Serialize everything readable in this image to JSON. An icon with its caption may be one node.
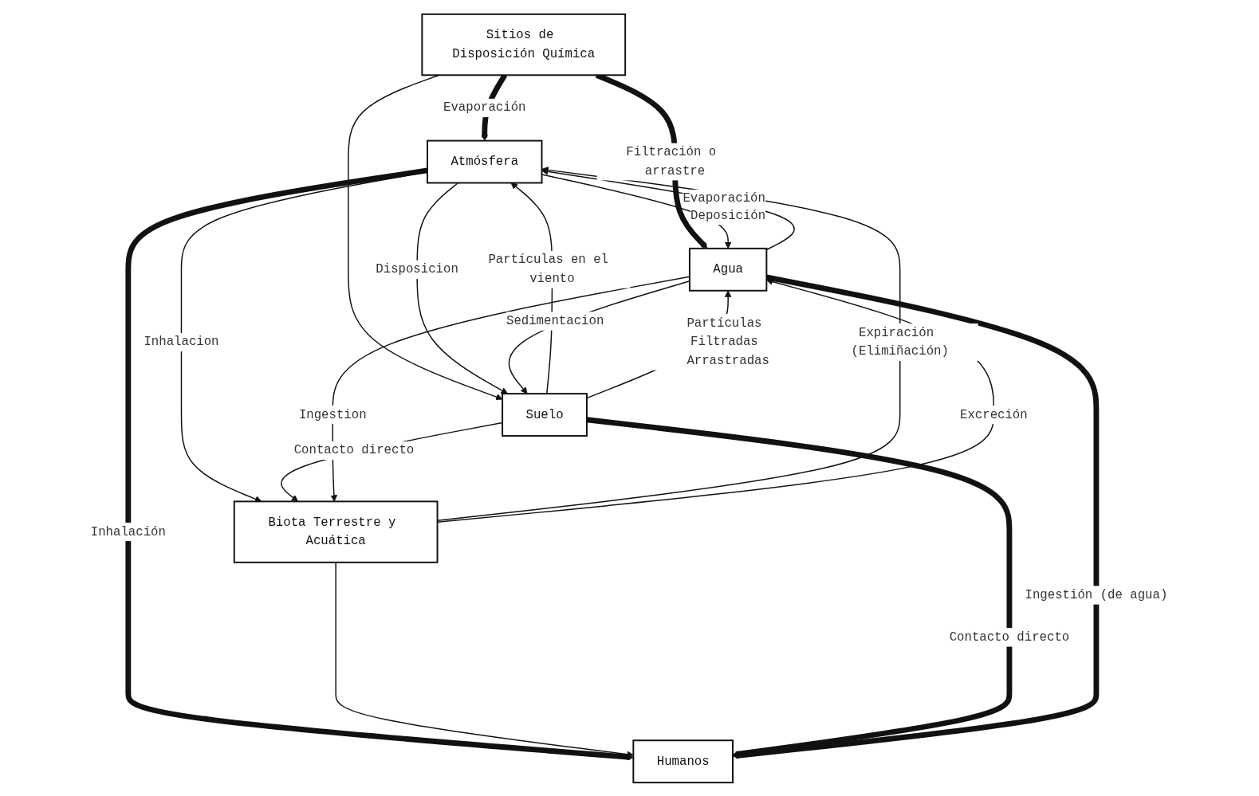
{
  "diagram": {
    "nodes": [
      {
        "text": [
          "Sitios de Disposición Química"
        ]
      },
      {
        "text": [
          "Atmósfera"
        ]
      },
      {
        "text": [
          "Suelo"
        ]
      },
      {
        "text": [
          "Biota Terrestre y Acuática"
        ]
      },
      {
        "text": [
          "Humanos"
        ]
      },
      {
        "text": [
          "Agua"
        ]
      }
    ],
    "edges": [
      {
        "from": 0,
        "to": 1,
        "arrow": "to",
        "label": "Evaporación",
        "style": "thick"
      },
      {
        "from": 0,
        "to": 2,
        "arrow": "to"
      },
      {
        "from": 0,
        "to": 5,
        "arrow": "to",
        "label": "Filtración o arrastre",
        "style": "thick"
      },
      {
        "from": 1,
        "to": 4,
        "arrow": "to",
        "label": "Inhalación",
        "style": "thick"
      },
      {
        "from": 5,
        "to": 1,
        "arrow": "to",
        "label": "Evaporación"
      },
      {
        "from": 1,
        "to": 5,
        "arrow": "to",
        "label": "Deposición"
      },
      {
        "from": 2,
        "to": 1,
        "arrow": "to",
        "label": "Partículas en el viento"
      },
      {
        "from": 1,
        "to": 2,
        "arrow": "to",
        "label": "Disposicion"
      },
      {
        "from": 3,
        "to": 1,
        "arrow": "to",
        "label": "Expiración (Elimiñación)"
      },
      {
        "from": 1,
        "to": 3,
        "arrow": "to",
        "label": "Inhalacion"
      },
      {
        "from": 2,
        "to": 3,
        "arrow": "to",
        "label": "Contacto directo"
      },
      {
        "from": 3,
        "to": 4,
        "arrow": "to"
      },
      {
        "from": 2,
        "to": 5,
        "arrow": "to",
        "label": "Partículas Filtradas Arrastradas"
      },
      {
        "from": 5,
        "to": 2,
        "arrow": "to",
        "label": "Sedimentacion"
      },
      {
        "from": 5,
        "to": 3,
        "arrow": "to",
        "label": "Ingestion"
      },
      {
        "from": 3,
        "to": 5,
        "arrow": "to",
        "label": "Excreción"
      },
      {
        "from": 2,
        "to": 4,
        "arrow": "to",
        "label": "Contacto directo",
        "style": "thick"
      },
      {
        "from": 5,
        "to": 4,
        "arrow": "to",
        "label": "Ingestión (de agua)",
        "style": "thick"
      }
    ]
  }
}
